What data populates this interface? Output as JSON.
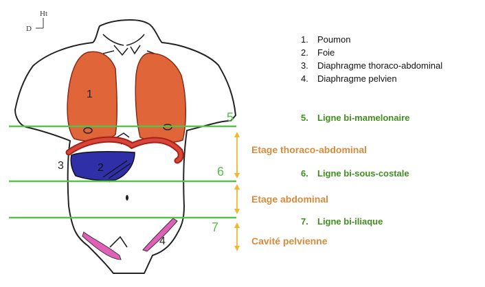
{
  "orientation": {
    "up": "Ht",
    "left": "D"
  },
  "organ_numbers": {
    "lung": "1",
    "liver": "2",
    "diaphragm": "3",
    "pelvic_floor": "4"
  },
  "legend": [
    {
      "num": "1.",
      "label": "Poumon"
    },
    {
      "num": "2.",
      "label": "Foie"
    },
    {
      "num": "3.",
      "label": "Diaphragme thoraco-abdominal"
    },
    {
      "num": "4.",
      "label": "Diaphragme pelvien"
    }
  ],
  "lines": [
    {
      "num": "5",
      "legend_num": "5.",
      "label": "Ligne bi-mamelonaire"
    },
    {
      "num": "6",
      "legend_num": "6.",
      "label": "Ligne bi-sous-costale"
    },
    {
      "num": "7",
      "legend_num": "7.",
      "label": "Ligne bi-iliaque"
    }
  ],
  "zones": [
    {
      "label": "Etage thoraco-abdominal"
    },
    {
      "label": "Etage abdominal"
    },
    {
      "label": "Cavité pelvienne"
    }
  ],
  "colors": {
    "lung": "#e0663a",
    "liver": "#2f2fa8",
    "diaphragm": "#d8453a",
    "pelvic_floor": "#e060b8",
    "reference_line": "#55c04a",
    "zone_bracket": "#f0b830",
    "zone_text": "#d98a3a",
    "legend_green": "#3f8f1f"
  }
}
